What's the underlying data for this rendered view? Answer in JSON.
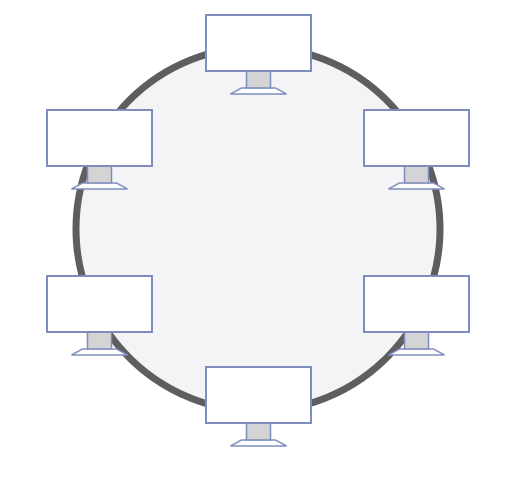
{
  "diagram": {
    "type": "ring-topology",
    "node_count": 6,
    "node_icon": "monitor-icon",
    "nodes": [
      {
        "id": "top"
      },
      {
        "id": "upper-right"
      },
      {
        "id": "lower-right"
      },
      {
        "id": "bottom"
      },
      {
        "id": "lower-left"
      },
      {
        "id": "upper-left"
      }
    ],
    "colors": {
      "ring_stroke": "#5e5e5e",
      "ring_fill": "#f4f4f6",
      "monitor_border": "#7e8dbd",
      "monitor_screen": "#ffffff",
      "monitor_stand": "#d4d4d4",
      "background": "#ffffff"
    }
  }
}
